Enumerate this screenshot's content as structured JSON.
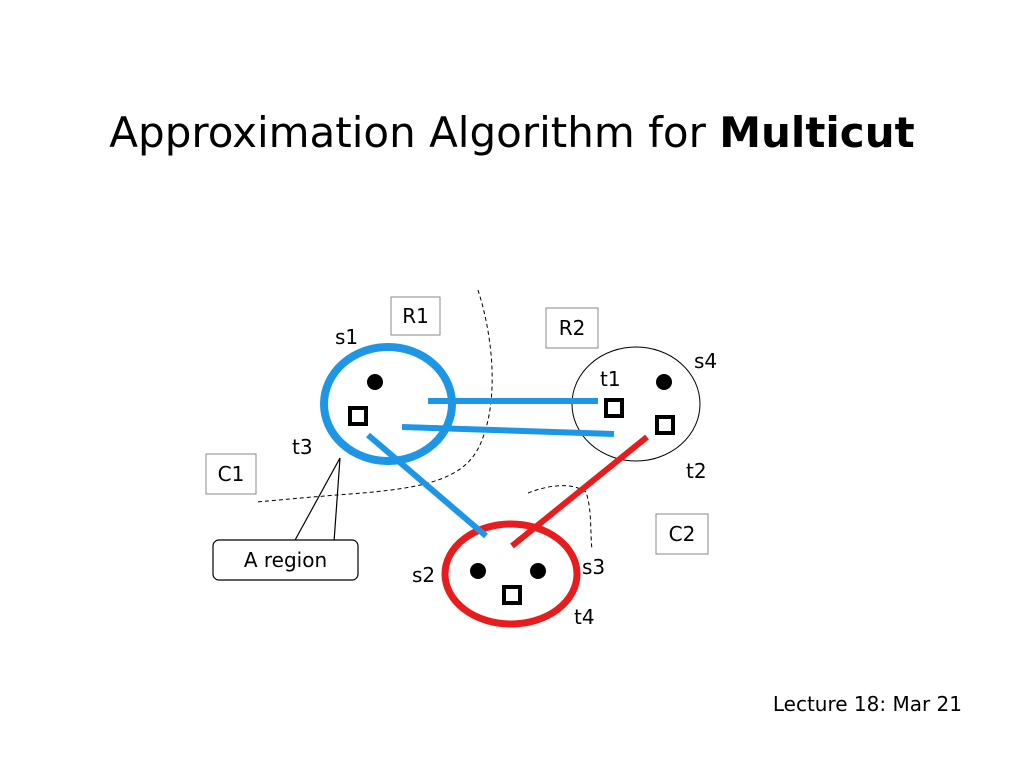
{
  "slide": {
    "title_prefix": "Approximation Algorithm for ",
    "title_bold": "Multicut",
    "footer": "Lecture 18: Mar 21"
  },
  "diagram": {
    "labels": {
      "s1": "s1",
      "s2": "s2",
      "s3": "s3",
      "s4": "s4",
      "t1": "t1",
      "t2": "t2",
      "t3": "t3",
      "t4": "t4"
    },
    "boxes": {
      "r1": "R1",
      "r2": "R2",
      "c1": "C1",
      "c2": "C2"
    },
    "callout": "A region",
    "colors": {
      "blue": "#1e96e6",
      "red": "#e81c1c",
      "black": "#000000"
    }
  }
}
